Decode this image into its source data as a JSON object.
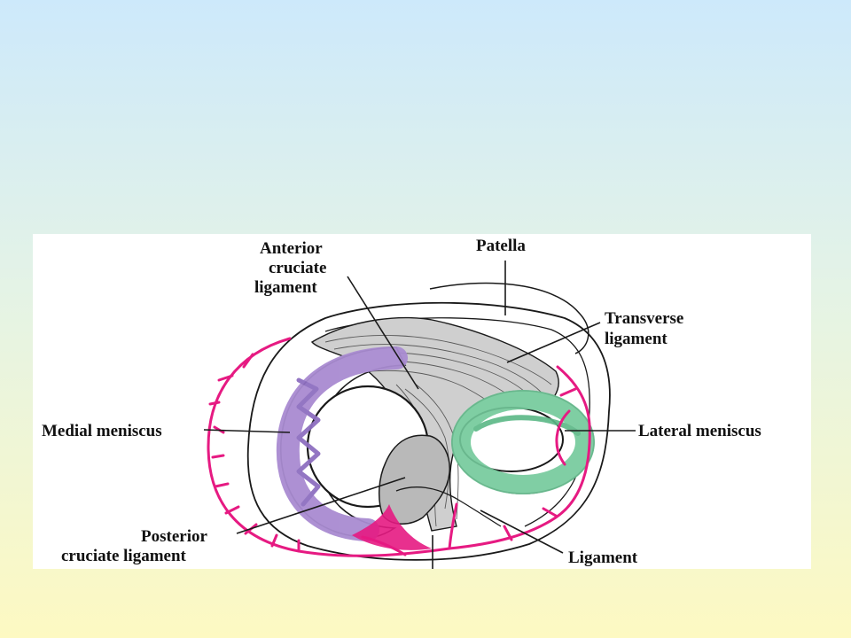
{
  "labels": {
    "patella": "Patella",
    "acl": [
      "Anterior",
      "cruciate",
      "ligament"
    ],
    "transverse": [
      "Transverse",
      "ligament"
    ],
    "medial": "Medial meniscus",
    "lateral": "Lateral meniscus",
    "pcl": [
      "Posterior",
      "cruciate ligament"
    ],
    "ligament_of": "Ligament"
  },
  "colors": {
    "medial_overlay": "#a98bd1",
    "lateral_overlay": "#72c99a",
    "vessels": "#e61a82",
    "outline": "#1a1a1a"
  }
}
